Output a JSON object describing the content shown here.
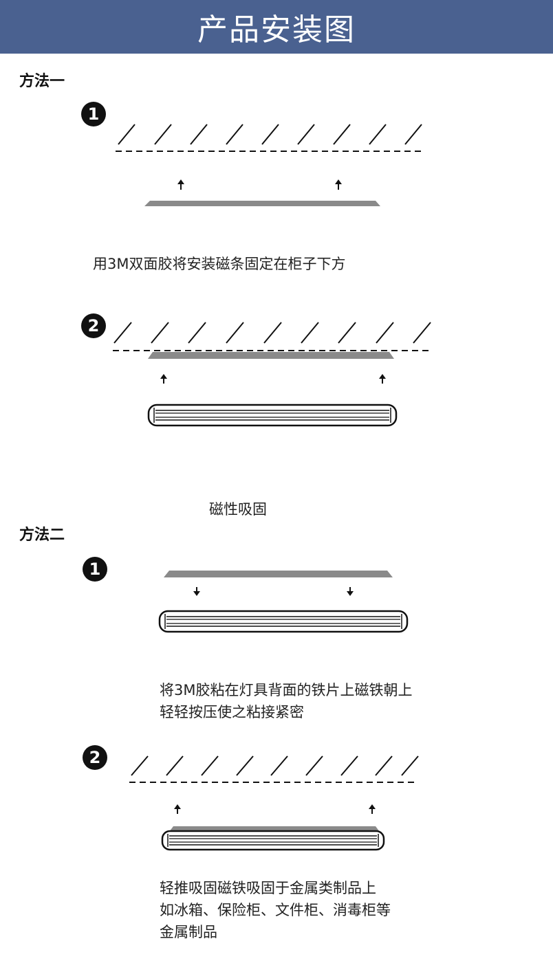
{
  "header": {
    "title": "产品安装图"
  },
  "method1": {
    "label": "方法一",
    "step1": {
      "badge": "1",
      "caption": "用3M双面胶将安装磁条固定在柜子下方"
    },
    "step2": {
      "badge": "2"
    },
    "result_caption": "磁性吸固"
  },
  "method2": {
    "label": "方法二",
    "step1": {
      "badge": "1",
      "caption_line1": "将3M胶粘在灯具背面的铁片上磁铁朝上",
      "caption_line2": "轻轻按压使之粘接紧密"
    },
    "step2": {
      "badge": "2",
      "caption_line1": "轻推吸固磁铁吸固于金属类制品上",
      "caption_line2": "如冰箱、保险柜、文件柜、消毒柜等",
      "caption_line3": "金属制品"
    }
  },
  "colors": {
    "header_bg": "#4a6190",
    "strip_gray": "#8a8a8a",
    "ink": "#111111"
  },
  "icons": [
    "up-arrow-icon",
    "down-arrow-icon",
    "hatched-surface-icon",
    "light-bar-icon",
    "magnetic-strip-icon"
  ]
}
